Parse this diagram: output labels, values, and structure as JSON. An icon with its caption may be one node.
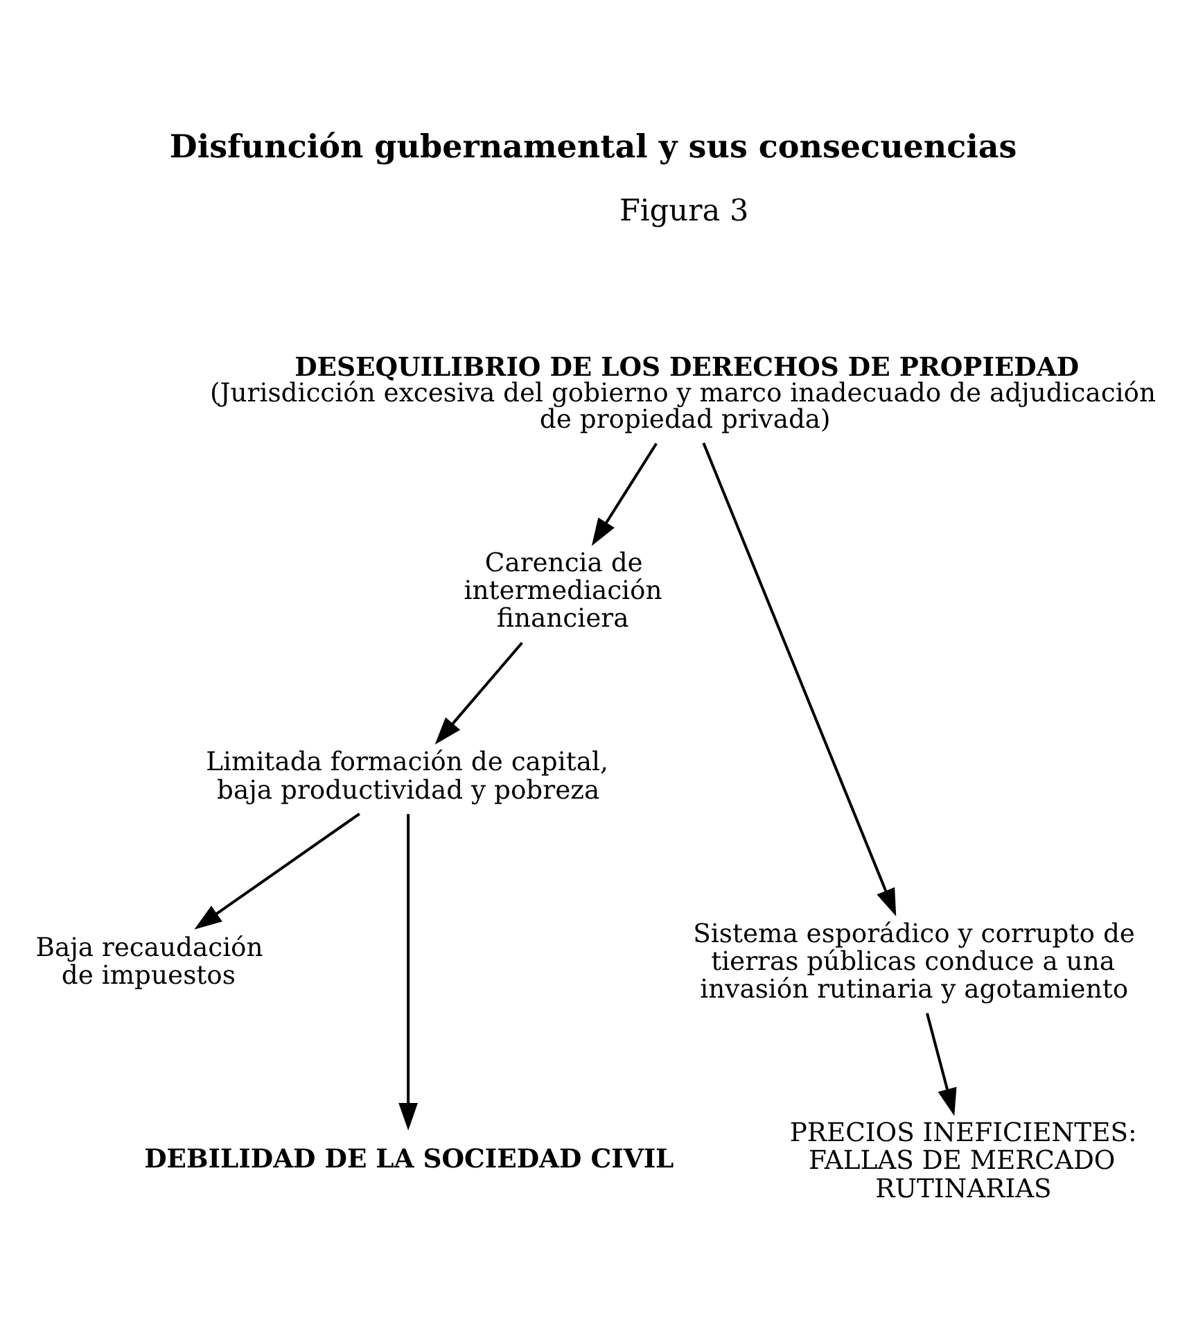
{
  "diagram": {
    "title": "Disfunción gubernamental y sus consecuencias",
    "nodes": [
      {
        "text": [
          "DESEQUILIBRIO DE LOS DERECHOS DE PROPIEDAD",
          "(Jurisdicción excesiva del gobierno y marco inadecuado de adjudicación de propiedad privada)"
        ]
      },
      {
        "text": [
          "Carencia de intermediación financiera"
        ]
      },
      {
        "text": [
          "Limitada formación de capital, baja productividad y pobreza"
        ]
      },
      {
        "text": [
          "Sistema esporádico y corrupto de tierras públicas conduce a una invasión rutinaria y agotamiento"
        ]
      },
      {
        "text": [
          "Baja recaudación de impuestos"
        ]
      },
      {
        "text": [
          "PRECIOS INEFICIENTES: FALLAS DE MERCADO RUTINARIAS"
        ]
      },
      {
        "text": [
          "DEBILIDAD DE LA SOCIEDAD CIVIL"
        ]
      }
    ],
    "edges": [
      {
        "from": 0,
        "to": 3,
        "arrow": "to"
      },
      {
        "from": 0,
        "to": 1,
        "arrow": "to"
      },
      {
        "from": 1,
        "to": 2,
        "arrow": "to"
      },
      {
        "from": 2,
        "to": 4,
        "arrow": "to"
      },
      {
        "from": 2,
        "to": 6,
        "arrow": "to"
      },
      {
        "from": 3,
        "to": 5,
        "arrow": "to"
      }
    ],
    "labels": [
      "Figura 3"
    ]
  }
}
